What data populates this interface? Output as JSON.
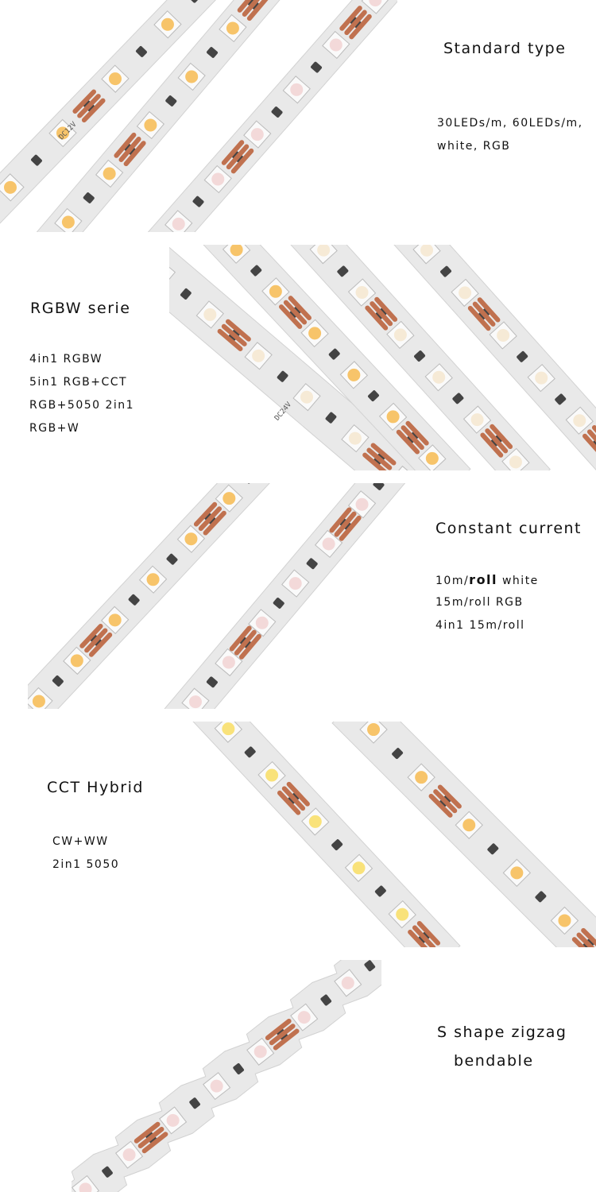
{
  "sections": [
    {
      "title": "Standard type",
      "lines": [
        "30LEDs/m, 60LEDs/m,",
        "white, RGB"
      ]
    },
    {
      "title": "RGBW serie",
      "lines": [
        "4in1 RGBW",
        "5in1 RGB+CCT",
        "RGB+5050 2in1",
        "RGB+W"
      ]
    },
    {
      "title": "Constant current",
      "lines_rich": [
        [
          "10m/",
          "roll",
          " white"
        ]
      ],
      "lines": [
        "15m/roll RGB",
        "4in1 15m/roll"
      ]
    },
    {
      "title": "CCT Hybrid",
      "lines": [
        "CW+WW",
        "2in1 5050"
      ]
    },
    {
      "title": "S shape zigzag",
      "lines": [
        "bendable"
      ]
    }
  ],
  "strip_labels": {
    "voltage12": "DC12V",
    "voltage24": "DC24V"
  },
  "colors": {
    "strip": "#e9e9e9",
    "strip_edge": "#d2d2d2",
    "pad": "#c0714f",
    "led_warm": "#f7c46a",
    "led_white": "#f6ead6",
    "led_rgb": "#f3d9d9",
    "led_yellow": "#f9e27a"
  }
}
